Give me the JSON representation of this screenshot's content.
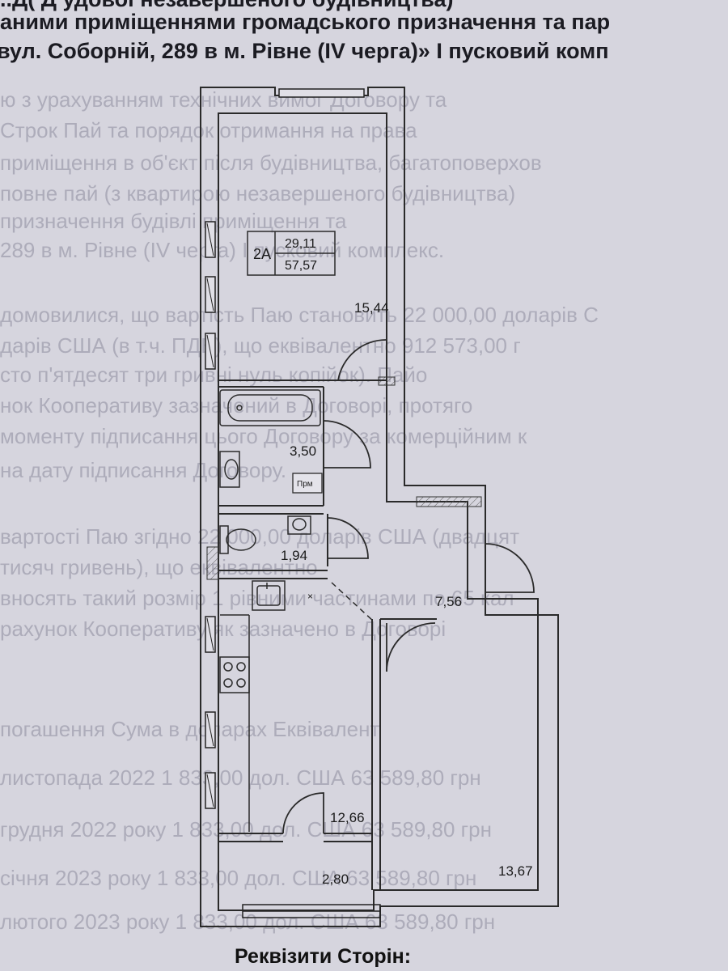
{
  "header": {
    "line0": "..Д( Д  удової незавершеного будівництва)",
    "line1": "аними приміщеннями громадського призначення та пар",
    "line2": "вул. Соборній, 289 в м. Рівне (IV черга)» I пусковий комп"
  },
  "apartment": {
    "type": "2A",
    "living_area": "29,11",
    "total_area": "57,57"
  },
  "rooms": {
    "room_top": "15,44",
    "bathroom": "3,50",
    "bathroom_tag": "Прм",
    "toilet": "1,94",
    "hall": "7,56",
    "kitchen": "12,66",
    "balcony": "2,80",
    "room_right": "13,67"
  },
  "footer": {
    "title": "Реквізити Сторін:"
  },
  "background_text": [
    "ю з урахуванням технічних вимог Договору та",
    "Строк Пай та порядок отримання на права",
    "приміщення в об'єкт після будівництва, багатоповерхов",
    "повне пай (з квартирою незавершеного будівництва)",
    "призначення будівлі приміщення та",
    "289 в м. Рівне (IV черга) I пусковий комплекс.",
    "домовилися, що вартість Паю становить 22 000,00 доларів С",
    "дарів США (в т.ч. ПДВ), що еквівалентно 912 573,00 г",
    "сто п'ятдесят три гривні нуль копійок). Пайо",
    "нок Кооперативу зазначений в Договорі, протяго",
    "моменту підписання цього Договору за комерційним к",
    "на дату підписання Договору.",
    "вартості Паю згідно 22 000,00 доларів США (двадцят",
    "тисяч гривень), що еквівалентно",
    "вносять такий розмір 1 рівними частинами по 65 кал",
    "рахунок Кооперативу як зазначено в Договорі",
    "погашення            Сума в доларах          Еквівалент",
    "листопада 2022         1 833,00 дол. США       63 589,80 грн",
    "грудня 2022 року       1 833,00 дол. США       63 589,80 грн",
    "січня 2023 року        1 833,00 дол. США       63 589,80 грн",
    "лютого 2023 року       1 833,00 дол. США       63 589,80 грн"
  ]
}
